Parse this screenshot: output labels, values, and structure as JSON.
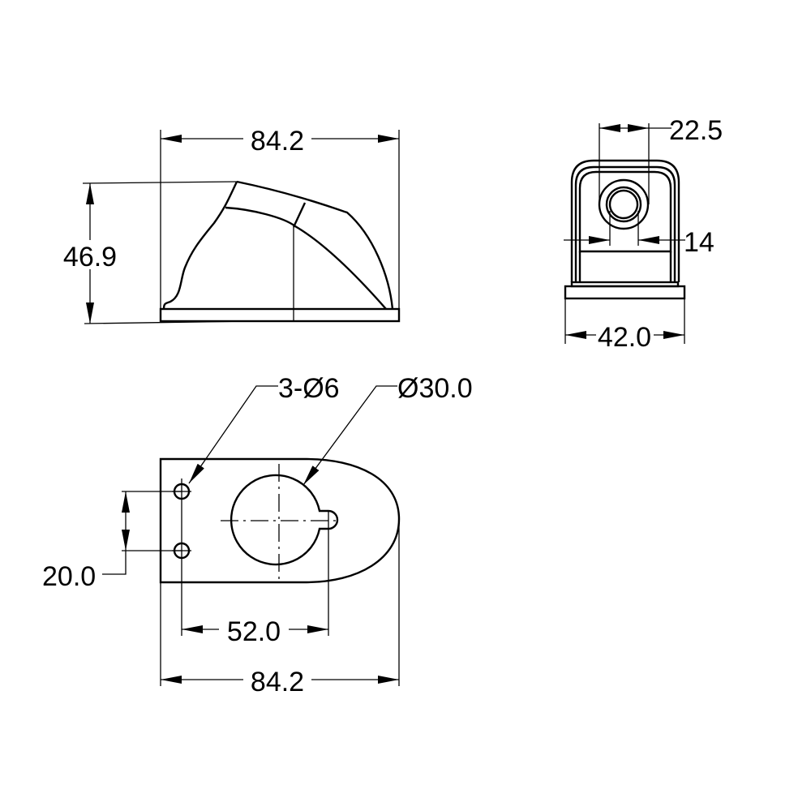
{
  "drawing": {
    "type": "technical-drawing",
    "views": [
      {
        "name": "side-view",
        "dimensions": {
          "width": "84.2",
          "height": "46.9"
        }
      },
      {
        "name": "front-view",
        "dimensions": {
          "hole_outer": "22.5",
          "hole_inner": "14",
          "width": "42.0"
        }
      },
      {
        "name": "top-view",
        "dimensions": {
          "mount_holes": "3-Ø6",
          "main_hole": "Ø30.0",
          "hole_spacing": "20.0",
          "center_distance": "52.0",
          "width": "84.2"
        }
      }
    ],
    "line_color": "#000000",
    "background": "#ffffff"
  },
  "labels": {
    "side_width": "84.2",
    "side_height": "46.9",
    "front_top": "22.5",
    "front_inner": "14",
    "front_width": "42.0",
    "top_holes": "3-Ø6",
    "top_main_hole": "Ø30.0",
    "top_spacing": "20.0",
    "top_center": "52.0",
    "top_width": "84.2"
  }
}
